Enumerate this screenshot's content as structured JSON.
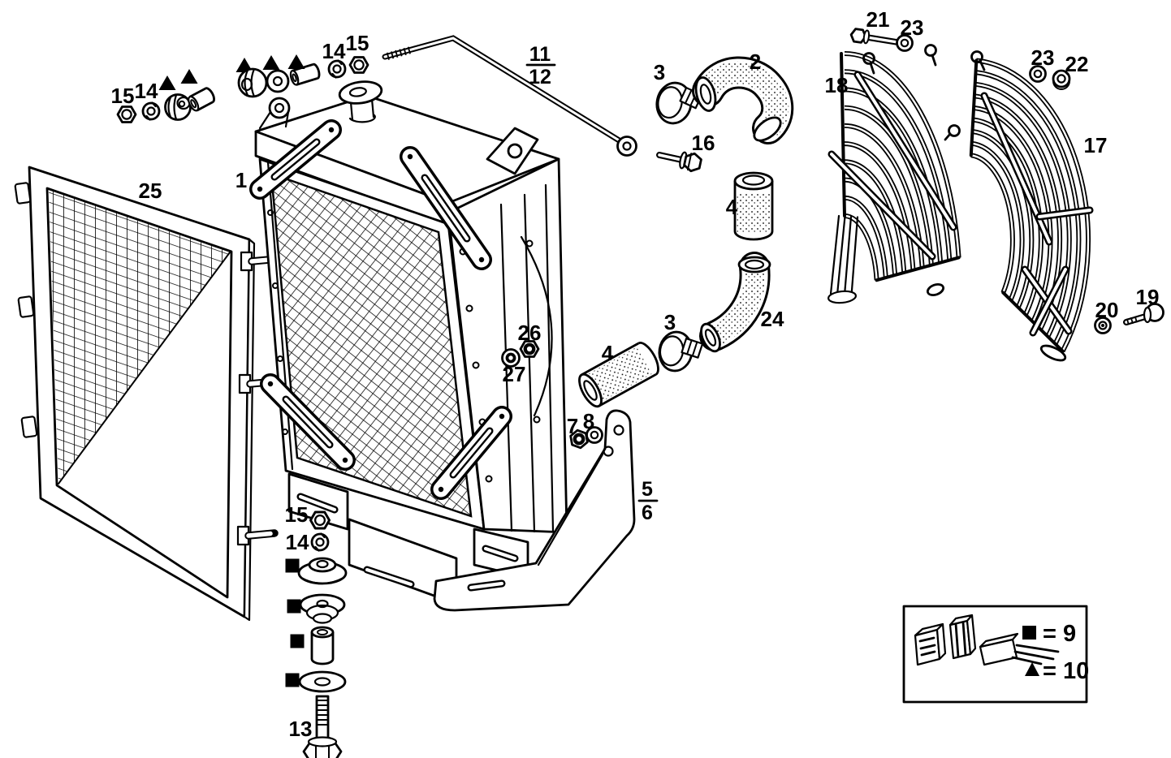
{
  "diagram": {
    "kind": "exploded parts diagram",
    "background": "#ffffff",
    "ink": "#000000"
  },
  "labels": {
    "radiator": "1",
    "upper_hose": "2",
    "upper_clamp": "3",
    "lower_clamp": "3",
    "upper_sleeve": "4",
    "lower_sleeve": "4",
    "bracket_top": "5",
    "bracket_bottom": "6",
    "nut_7": "7",
    "washer_8": "8",
    "stay_rod_top": "11",
    "stay_rod_bottom": "12",
    "mount_bolt_13": "13",
    "washer_14_left": "14",
    "nut_15_left": "15",
    "washer_14_top": "14",
    "nut_15_top": "15",
    "nut_15_stack": "15",
    "washer_14_stack": "14",
    "bolt_16": "16",
    "fan_guard_right": "17",
    "fan_guard_left": "18",
    "bolt_19": "19",
    "washer_20": "20",
    "bolt_21": "21",
    "nut_22": "22",
    "washer_23_left": "23",
    "washer_23_right": "23",
    "lower_hose": "24",
    "protective_screen": "25",
    "nut_26": "26",
    "washer_27": "27"
  },
  "legend": {
    "entries": [
      {
        "symbol": "■",
        "symbol_name": "square-marker",
        "text": "= 9"
      },
      {
        "symbol": "▲",
        "symbol_name": "triangle-marker",
        "text": "= 10"
      }
    ]
  },
  "markers": {
    "square": {
      "glyph": "■",
      "refers_to": "9",
      "count_in_diagram": 4
    },
    "triangle": {
      "glyph": "▲",
      "refers_to": "10",
      "count_in_diagram": 5
    }
  }
}
